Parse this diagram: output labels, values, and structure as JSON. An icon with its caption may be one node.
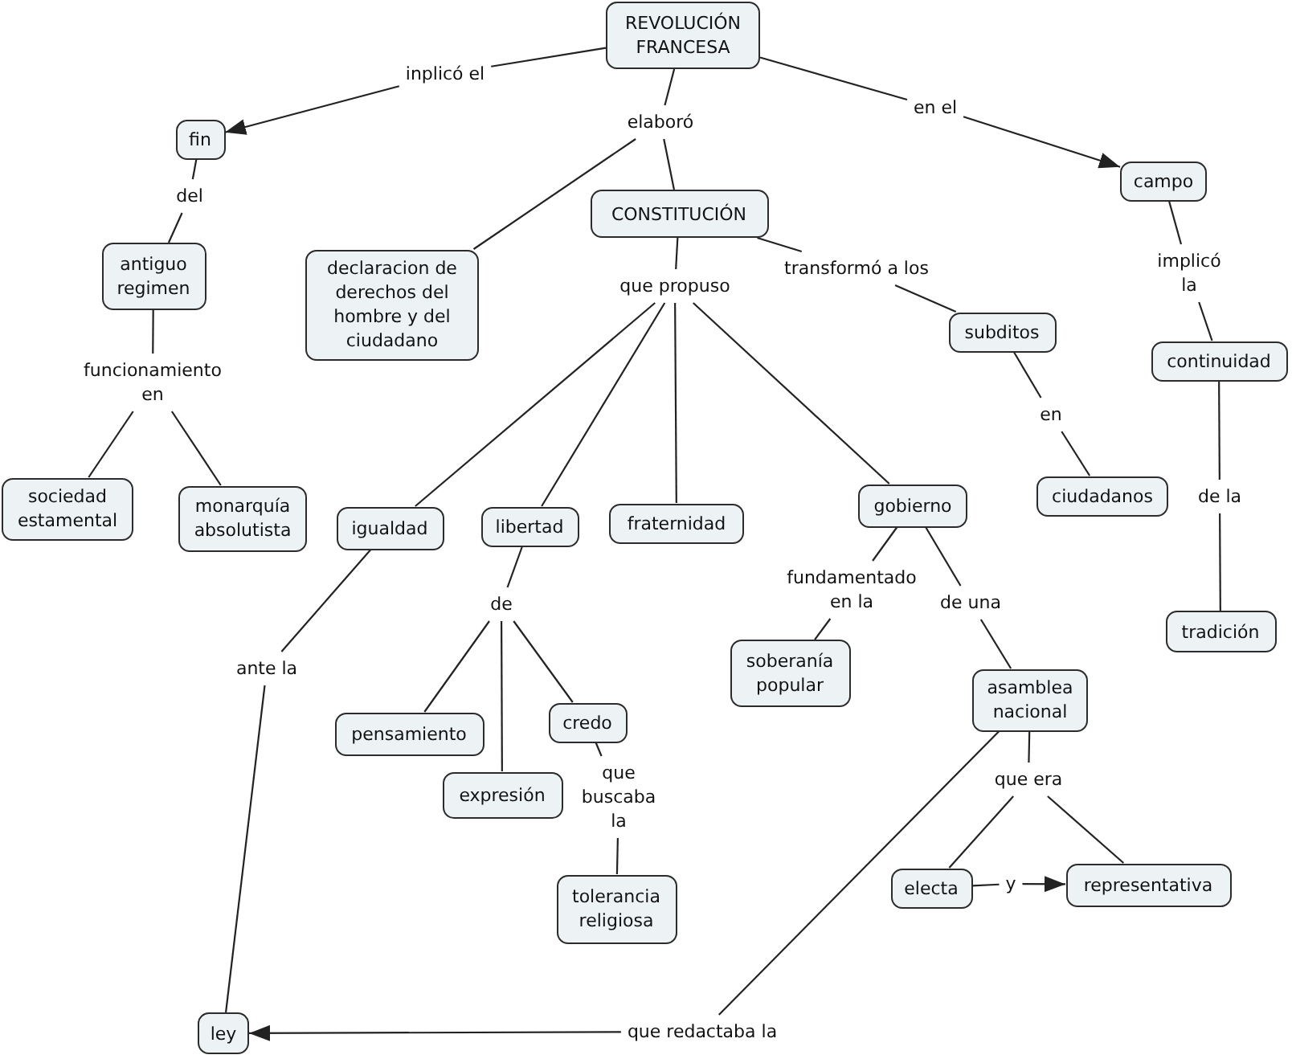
{
  "diagram": {
    "nodes": [
      {
        "text": [
          "REVOLUCIÓN FRANCESA"
        ]
      },
      {
        "text": [
          "inplicó el"
        ]
      },
      {
        "text": [
          "fin"
        ]
      },
      {
        "text": [
          "del"
        ]
      },
      {
        "text": [
          "antiguo regimen"
        ]
      },
      {
        "text": [
          "funcionamiento en"
        ]
      },
      {
        "text": [
          "sociedad estamental"
        ]
      },
      {
        "text": [
          "monarquía absolutista"
        ]
      },
      {
        "text": [
          "elaboró"
        ]
      },
      {
        "text": [
          "declaracion de derechos del hombre y del ciudadano"
        ]
      },
      {
        "text": [
          "CONSTITUCIÓN"
        ]
      },
      {
        "text": [
          "que propuso"
        ]
      },
      {
        "text": [
          "transformó a los"
        ]
      },
      {
        "text": [
          "subditos"
        ]
      },
      {
        "text": [
          "en"
        ]
      },
      {
        "text": [
          "ciudadanos"
        ]
      },
      {
        "text": [
          "en el"
        ]
      },
      {
        "text": [
          "campo"
        ]
      },
      {
        "text": [
          "implicó la"
        ]
      },
      {
        "text": [
          "continuidad"
        ]
      },
      {
        "text": [
          "de la"
        ]
      },
      {
        "text": [
          "tradición"
        ]
      },
      {
        "text": [
          "igualdad"
        ]
      },
      {
        "text": [
          "libertad"
        ]
      },
      {
        "text": [
          "fraternidad"
        ]
      },
      {
        "text": [
          "gobierno"
        ]
      },
      {
        "text": [
          "ante la"
        ]
      },
      {
        "text": [
          "de"
        ]
      },
      {
        "text": [
          "pensamiento"
        ]
      },
      {
        "text": [
          "expresión"
        ]
      },
      {
        "text": [
          "credo"
        ]
      },
      {
        "text": [
          "que buscaba la"
        ]
      },
      {
        "text": [
          "tolerancia religiosa"
        ]
      },
      {
        "text": [
          "fundamentado en la"
        ]
      },
      {
        "text": [
          "soberanía popular"
        ]
      },
      {
        "text": [
          "de una"
        ]
      },
      {
        "text": [
          "asamblea nacional"
        ]
      },
      {
        "text": [
          "que era"
        ]
      },
      {
        "text": [
          "electa"
        ]
      },
      {
        "text": [
          "y"
        ]
      },
      {
        "text": [
          "representativa"
        ]
      },
      {
        "text": [
          "que redactaba la"
        ]
      },
      {
        "text": [
          "ley"
        ]
      }
    ],
    "edges": [
      {
        "from": 0,
        "to": 1,
        "arrow": "none"
      },
      {
        "from": 1,
        "to": 2,
        "arrow": "to"
      },
      {
        "from": 2,
        "to": 3,
        "arrow": "none"
      },
      {
        "from": 3,
        "to": 4,
        "arrow": "none"
      },
      {
        "from": 4,
        "to": 5,
        "arrow": "none"
      },
      {
        "from": 5,
        "to": 6,
        "arrow": "none"
      },
      {
        "from": 5,
        "to": 7,
        "arrow": "none"
      },
      {
        "from": 0,
        "to": 8,
        "arrow": "none"
      },
      {
        "from": 8,
        "to": 9,
        "arrow": "none"
      },
      {
        "from": 8,
        "to": 10,
        "arrow": "none"
      },
      {
        "from": 10,
        "to": 11,
        "arrow": "none"
      },
      {
        "from": 10,
        "to": 12,
        "arrow": "none"
      },
      {
        "from": 12,
        "to": 13,
        "arrow": "none"
      },
      {
        "from": 13,
        "to": 14,
        "arrow": "none"
      },
      {
        "from": 14,
        "to": 15,
        "arrow": "none"
      },
      {
        "from": 0,
        "to": 16,
        "arrow": "none"
      },
      {
        "from": 16,
        "to": 17,
        "arrow": "to"
      },
      {
        "from": 17,
        "to": 18,
        "arrow": "none"
      },
      {
        "from": 18,
        "to": 19,
        "arrow": "none"
      },
      {
        "from": 19,
        "to": 20,
        "arrow": "none"
      },
      {
        "from": 20,
        "to": 21,
        "arrow": "none"
      },
      {
        "from": 11,
        "to": 22,
        "arrow": "none"
      },
      {
        "from": 11,
        "to": 23,
        "arrow": "none"
      },
      {
        "from": 11,
        "to": 24,
        "arrow": "none"
      },
      {
        "from": 11,
        "to": 25,
        "arrow": "none"
      },
      {
        "from": 22,
        "to": 26,
        "arrow": "none"
      },
      {
        "from": 26,
        "to": 42,
        "arrow": "none"
      },
      {
        "from": 23,
        "to": 27,
        "arrow": "none"
      },
      {
        "from": 27,
        "to": 28,
        "arrow": "none"
      },
      {
        "from": 27,
        "to": 29,
        "arrow": "none"
      },
      {
        "from": 27,
        "to": 30,
        "arrow": "none"
      },
      {
        "from": 30,
        "to": 31,
        "arrow": "none"
      },
      {
        "from": 31,
        "to": 32,
        "arrow": "none"
      },
      {
        "from": 25,
        "to": 33,
        "arrow": "none"
      },
      {
        "from": 33,
        "to": 34,
        "arrow": "none"
      },
      {
        "from": 25,
        "to": 35,
        "arrow": "none"
      },
      {
        "from": 35,
        "to": 36,
        "arrow": "none"
      },
      {
        "from": 36,
        "to": 37,
        "arrow": "none"
      },
      {
        "from": 37,
        "to": 38,
        "arrow": "none"
      },
      {
        "from": 37,
        "to": 40,
        "arrow": "none"
      },
      {
        "from": 38,
        "to": 39,
        "arrow": "none"
      },
      {
        "from": 39,
        "to": 40,
        "arrow": "to"
      },
      {
        "from": 36,
        "to": 41,
        "arrow": "none"
      },
      {
        "from": 41,
        "to": 42,
        "arrow": "to"
      }
    ]
  }
}
